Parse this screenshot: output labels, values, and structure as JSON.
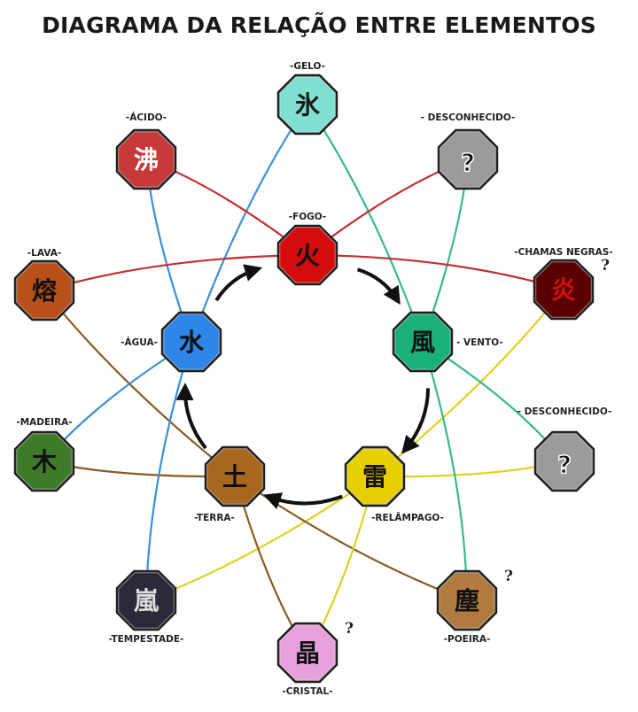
{
  "title": "DIAGRAMA DA RELAÇÃO ENTRE ELEMENTOS",
  "nodes": [
    {
      "id": "gelo",
      "label": "-GELO-",
      "glyph": "氷",
      "fill": "#7fe0d2",
      "glyph_color": "#1a1a1a"
    },
    {
      "id": "acido",
      "label": "-ÁCIDO-",
      "glyph": "沸",
      "fill": "#c83a3a",
      "glyph_color": "#ffffff"
    },
    {
      "id": "desc1",
      "label": "- DESCONHECIDO-",
      "glyph": "?",
      "fill": "#9b9b9b",
      "glyph_color": "#111111"
    },
    {
      "id": "fogo",
      "label": "-FOGO-",
      "glyph": "火",
      "fill": "#d40c0c",
      "glyph_color": "#111111"
    },
    {
      "id": "chamas",
      "label": "-CHAMAS NEGRAS-",
      "glyph": "炎",
      "fill": "#5a0000",
      "glyph_color": "#d01010",
      "extra": "?"
    },
    {
      "id": "lava",
      "label": "-LAVA-",
      "glyph": "熔",
      "fill": "#b8501c",
      "glyph_color": "#111111"
    },
    {
      "id": "agua",
      "label": "-ÁGUA-",
      "glyph": "水",
      "fill": "#2e86e8",
      "glyph_color": "#111111"
    },
    {
      "id": "vento",
      "label": "- VENTO-",
      "glyph": "風",
      "fill": "#1bb07a",
      "glyph_color": "#111111"
    },
    {
      "id": "desc2",
      "label": "- DESCONHECIDO-",
      "glyph": "?",
      "fill": "#9b9b9b",
      "glyph_color": "#111111"
    },
    {
      "id": "madeira",
      "label": "-MADEIRA-",
      "glyph": "木",
      "fill": "#3f7a2a",
      "glyph_color": "#111111"
    },
    {
      "id": "terra",
      "label": "-TERRA-",
      "glyph": "土",
      "fill": "#a8661e",
      "glyph_color": "#111111"
    },
    {
      "id": "relampago",
      "label": "-RELÂMPAGO-",
      "glyph": "雷",
      "fill": "#e8d000",
      "glyph_color": "#111111"
    },
    {
      "id": "tempestade",
      "label": "-TEMPESTADE-",
      "glyph": "嵐",
      "fill": "#2a2a3a",
      "glyph_color": "#dddddd"
    },
    {
      "id": "poeira",
      "label": "-POEIRA-",
      "glyph": "塵",
      "fill": "#b07a40",
      "glyph_color": "#111111",
      "extra": "?"
    },
    {
      "id": "cristal",
      "label": "-CRISTAL-",
      "glyph": "晶",
      "fill": "#e8a0dc",
      "glyph_color": "#111111",
      "extra": "?"
    }
  ],
  "cycle": [
    "fogo",
    "vento",
    "relampago",
    "terra",
    "agua"
  ],
  "links": [
    {
      "a": "agua",
      "b": "gelo",
      "color": "#3a8fd8"
    },
    {
      "a": "vento",
      "b": "gelo",
      "color": "#3ab88a"
    },
    {
      "a": "fogo",
      "b": "acido",
      "color": "#c03030"
    },
    {
      "a": "agua",
      "b": "acido",
      "color": "#3a8fd8"
    },
    {
      "a": "fogo",
      "b": "desc1",
      "color": "#c03030"
    },
    {
      "a": "vento",
      "b": "desc1",
      "color": "#3ab88a"
    },
    {
      "a": "fogo",
      "b": "lava",
      "color": "#c03030"
    },
    {
      "a": "terra",
      "b": "lava",
      "color": "#8a5a22"
    },
    {
      "a": "fogo",
      "b": "chamas",
      "color": "#c03030"
    },
    {
      "a": "relampago",
      "b": "chamas",
      "color": "#e0d020"
    },
    {
      "a": "vento",
      "b": "desc2",
      "color": "#3ab88a"
    },
    {
      "a": "relampago",
      "b": "desc2",
      "color": "#e0d020"
    },
    {
      "a": "agua",
      "b": "madeira",
      "color": "#3a8fd8"
    },
    {
      "a": "terra",
      "b": "madeira",
      "color": "#8a5a22"
    },
    {
      "a": "agua",
      "b": "tempestade",
      "color": "#3a8fd8"
    },
    {
      "a": "relampago",
      "b": "tempestade",
      "color": "#e0d020"
    },
    {
      "a": "terra",
      "b": "poeira",
      "color": "#8a5a22"
    },
    {
      "a": "vento",
      "b": "poeira",
      "color": "#3ab88a"
    },
    {
      "a": "terra",
      "b": "cristal",
      "color": "#8a5a22"
    },
    {
      "a": "relampago",
      "b": "cristal",
      "color": "#e0d020"
    }
  ]
}
